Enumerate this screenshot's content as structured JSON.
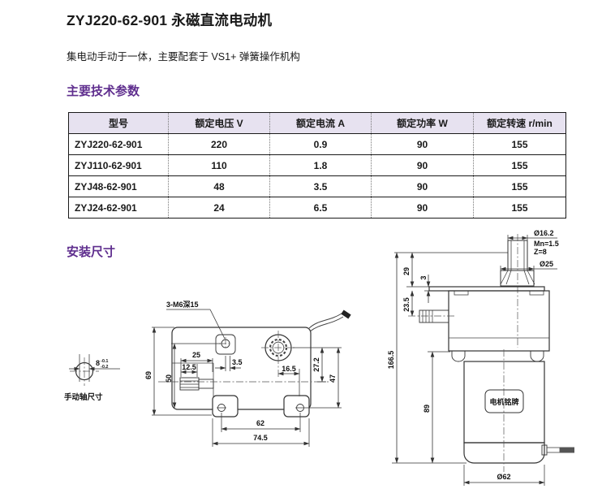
{
  "page": {
    "title": "ZYJ220-62-901 永磁直流电动机",
    "subtitle": "集电动手动于一体，主要配套于 VS1+ 弹簧操作机构",
    "section_params": "主要技术参数",
    "section_dims": "安装尺寸"
  },
  "colors": {
    "heading_purple": "#5F2E8E",
    "table_header_bg": "#E7E2F0",
    "line": "#333333"
  },
  "table": {
    "headers": [
      "型号",
      "额定电压 V",
      "额定电流 A",
      "额定功率 W",
      "额定转速 r/min"
    ],
    "rows": [
      [
        "ZYJ220-62-901",
        "220",
        "0.9",
        "90",
        "155"
      ],
      [
        "ZYJ110-62-901",
        "110",
        "1.8",
        "90",
        "155"
      ],
      [
        "ZYJ48-62-901",
        "48",
        "3.5",
        "90",
        "155"
      ],
      [
        "ZYJ24-62-901",
        "24",
        "6.5",
        "90",
        "155"
      ]
    ]
  },
  "drawing": {
    "manual_shaft_label": "手动轴尺寸",
    "dim_8": "8",
    "tol_top": "-0.1",
    "tol_bottom": "-0.2",
    "dim_69": "69",
    "dim_50": "50",
    "dim_25": "25",
    "dim_12_5": "12.5",
    "dim_3_5": "3.5",
    "thread_note": "3-M6深15",
    "dim_16_5": "16.5",
    "dim_27_2": "27.2",
    "dim_47": "47",
    "dim_62": "62",
    "dim_74_5": "74.5",
    "dim_d16_2": "Ø16.2",
    "module_note": "Mn=1.5",
    "teeth_note": "Z=8",
    "dim_d25": "Ø25",
    "dim_29": "29",
    "dim_3": "3",
    "dim_23_5": "23.5",
    "dim_166_5": "166.5",
    "dim_89": "89",
    "nameplate": "电机铭牌",
    "dim_d62": "Ø62"
  }
}
